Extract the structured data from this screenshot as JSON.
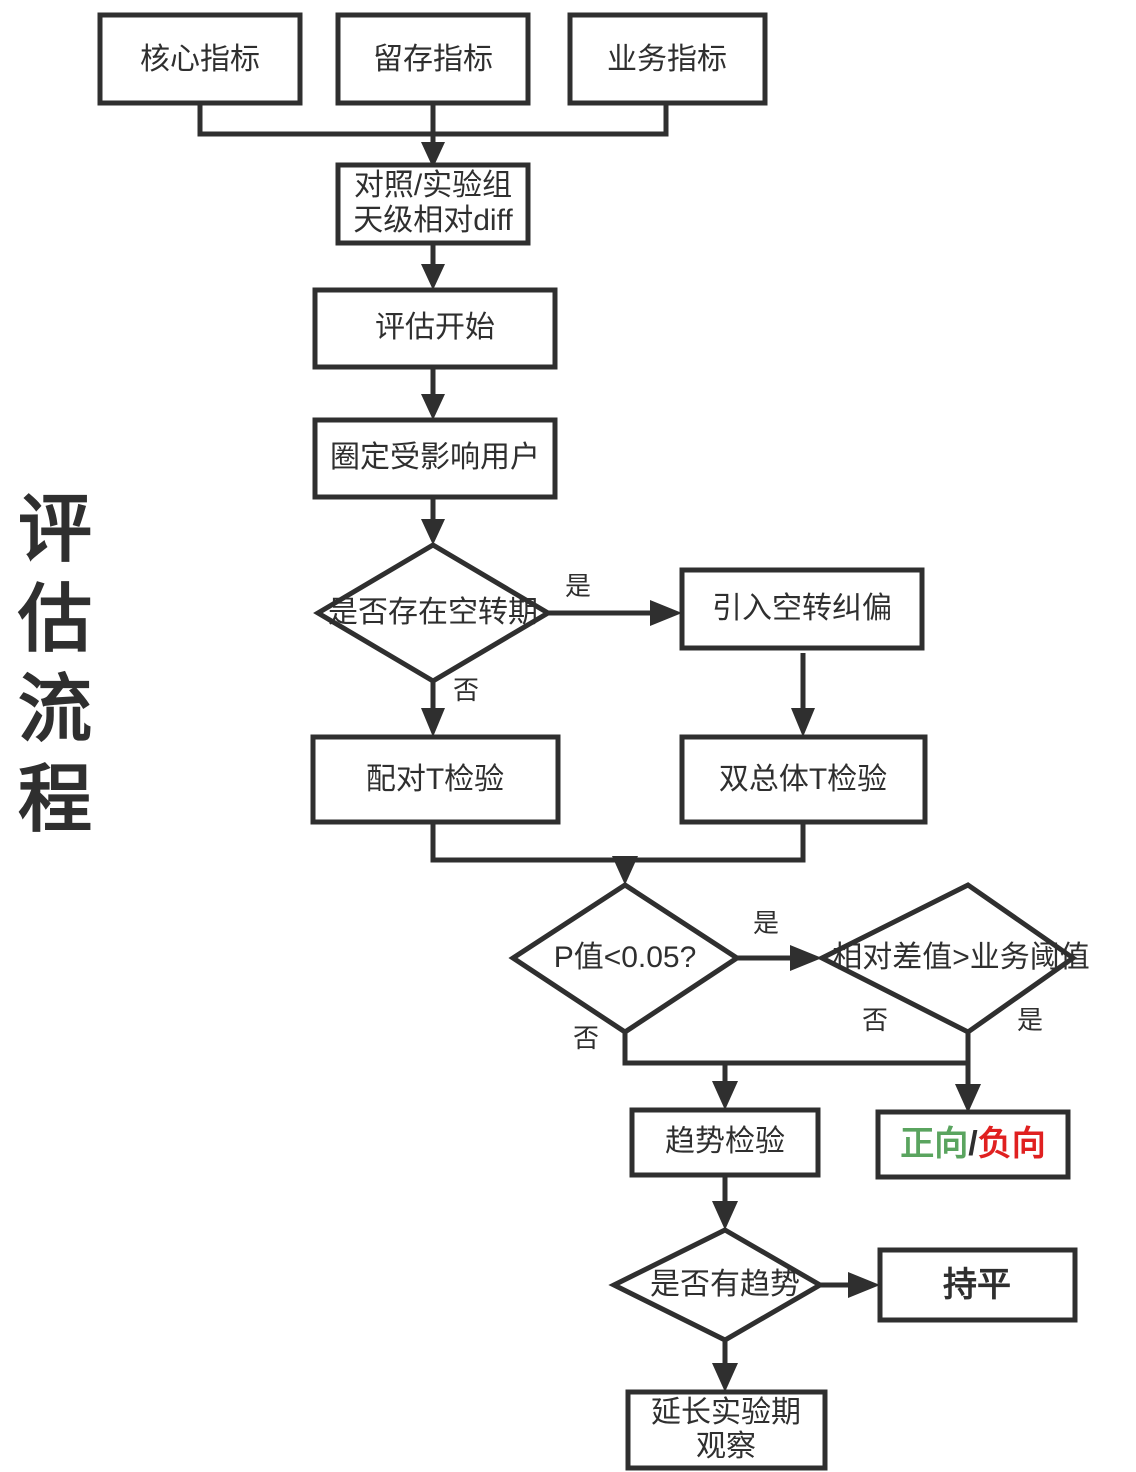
{
  "title": {
    "vertical_label": "评估流程",
    "chars": [
      "评",
      "估",
      "流",
      "程"
    ]
  },
  "colors": {
    "stroke": "#2f2f2f",
    "background": "#ffffff",
    "positive": "#5aa45f",
    "negative": "#e02020"
  },
  "nodes": {
    "core_metric": {
      "label": "核心指标",
      "shape": "box"
    },
    "retention_metric": {
      "label": "留存指标",
      "shape": "box"
    },
    "business_metric": {
      "label": "业务指标",
      "shape": "box"
    },
    "daily_diff": {
      "line1": "对照/实验组",
      "line2": "天级相对diff",
      "shape": "box"
    },
    "eval_start": {
      "label": "评估开始",
      "shape": "box"
    },
    "select_users": {
      "label": "圈定受影响用户",
      "shape": "box"
    },
    "idle_period_decision": {
      "label": "是否存在空转期",
      "shape": "diamond"
    },
    "idle_correction": {
      "label": "引入空转纠偏",
      "shape": "box"
    },
    "paired_t_test": {
      "label": "配对T检验",
      "shape": "box"
    },
    "two_sample_t_test": {
      "label": "双总体T检验",
      "shape": "box"
    },
    "p_value_decision": {
      "label": "P值<0.05?",
      "shape": "diamond"
    },
    "threshold_decision": {
      "label": "相对差值>业务阈值",
      "shape": "diamond"
    },
    "trend_test": {
      "label": "趋势检验",
      "shape": "box"
    },
    "direction_result": {
      "positive": "正向",
      "separator": "/",
      "negative": "负向",
      "shape": "box"
    },
    "has_trend_decision": {
      "label": "是否有趋势",
      "shape": "diamond"
    },
    "flat_result": {
      "label": "持平",
      "shape": "box"
    },
    "extend_experiment": {
      "line1": "延长实验期",
      "line2": "观察",
      "shape": "box"
    }
  },
  "edge_labels": {
    "idle_yes": "是",
    "idle_no": "否",
    "p_yes": "是",
    "p_no": "否",
    "threshold_no": "否",
    "threshold_yes": "是"
  }
}
